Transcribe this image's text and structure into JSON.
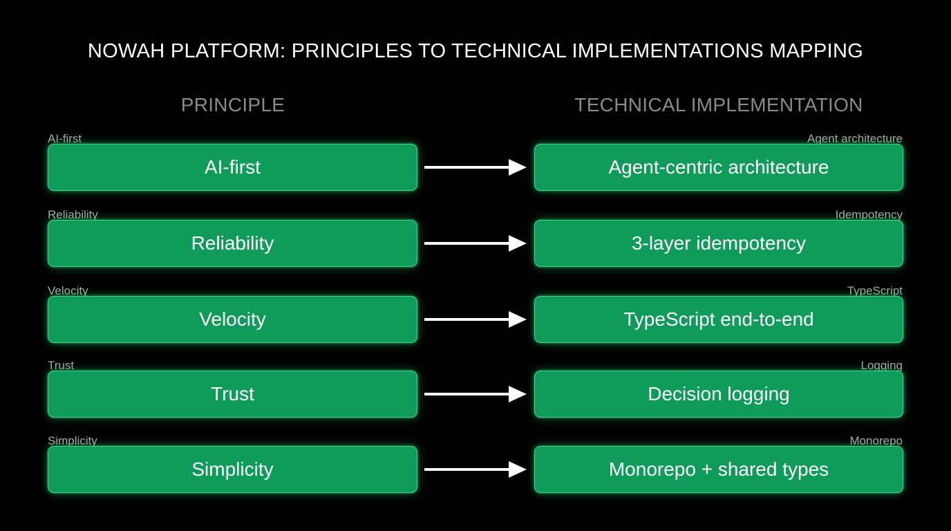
{
  "title": "NOWAH PLATFORM: PRINCIPLES TO TECHNICAL IMPLEMENTATIONS MAPPING",
  "headers": {
    "principle": "PRINCIPLE",
    "implementation": "TECHNICAL IMPLEMENTATION"
  },
  "rows": [
    {
      "principle_label": "AI-first",
      "principle": "AI-first",
      "implementation_label": "Agent architecture",
      "implementation": "Agent-centric architecture"
    },
    {
      "principle_label": "Reliability",
      "principle": "Reliability",
      "implementation_label": "Idempotency",
      "implementation": "3-layer idempotency"
    },
    {
      "principle_label": "Velocity",
      "principle": "Velocity",
      "implementation_label": "TypeScript",
      "implementation": "TypeScript end-to-end"
    },
    {
      "principle_label": "Trust",
      "principle": "Trust",
      "implementation_label": "Logging",
      "implementation": "Decision logging"
    },
    {
      "principle_label": "Simplicity",
      "principle": "Simplicity",
      "implementation_label": "Monorepo",
      "implementation": "Monorepo + shared types"
    }
  ],
  "colors": {
    "background": "#000000",
    "box_fill": "#0f9b5a",
    "box_border": "#3fd88a",
    "arrow": "#ffffff",
    "header_text": "#8a8a8a"
  }
}
